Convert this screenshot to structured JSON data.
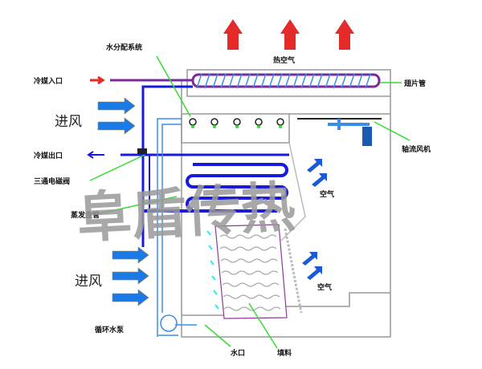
{
  "labels": {
    "water_distribution": "水分配系统",
    "refrigerant_inlet": "冷媒入口",
    "refrigerant_outlet": "冷媒出口",
    "solenoid_valve": "三通电磁阀",
    "evaporator_coil": "蒸发盘管",
    "hot_air": "热空气",
    "fin_tube": "翅片管",
    "fan": "轴流风机",
    "air_1": "空气",
    "air_2": "空气",
    "air_in_1": "进风",
    "air_in_2": "进风",
    "pump": "循环水泵",
    "water_outlet": "水口",
    "packing": "填料"
  },
  "watermark": "阜盾传热",
  "colors": {
    "pipe": "#1a1adc",
    "fin": "#3a8ee8",
    "water": "#3a8ee8",
    "hot": "#e52a2a",
    "leader": "#33dd33",
    "box": "#999999"
  }
}
